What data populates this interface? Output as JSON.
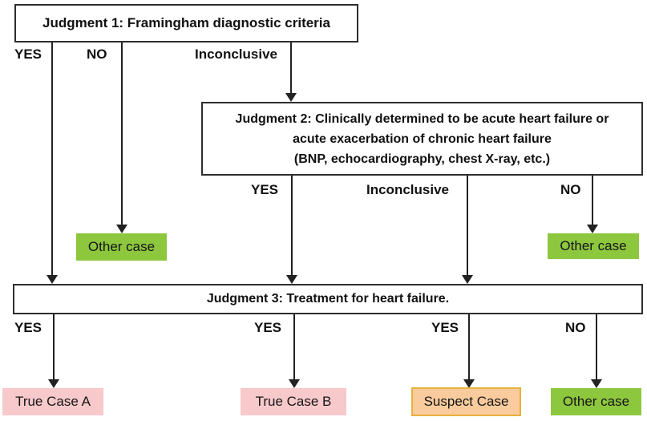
{
  "flowchart": {
    "judgment1": {
      "title": "Judgment 1: Framingham diagnostic criteria",
      "branches": [
        {
          "label": "YES"
        },
        {
          "label": "NO"
        },
        {
          "label": "Inconclusive"
        }
      ]
    },
    "judgment2": {
      "line1": "Judgment 2: Clinically determined to be acute heart failure or",
      "line2": "acute exacerbation of chronic heart failure",
      "line3": "(BNP, echocardiography, chest X-ray, etc.)",
      "branches": [
        {
          "label": "YES"
        },
        {
          "label": "Inconclusive"
        },
        {
          "label": "NO"
        }
      ]
    },
    "judgment3": {
      "title": "Judgment 3: Treatment for heart failure.",
      "branches": [
        {
          "label": "YES"
        },
        {
          "label": "YES"
        },
        {
          "label": "YES"
        },
        {
          "label": "NO"
        }
      ]
    },
    "outcomes": {
      "other_case_mid_left": "Other case",
      "other_case_mid_right": "Other case",
      "true_case_a": "True Case A",
      "true_case_b": "True Case B",
      "suspect_case": "Suspect Case",
      "other_case_bottom": "Other case"
    },
    "colors": {
      "outcome_green": "#8dc73e",
      "outcome_pink": "#f8c9cb",
      "suspect_fill": "#f9cb9d",
      "suspect_border": "#e8b13c",
      "line_color": "#222222",
      "box_border": "#2e2e2e"
    }
  }
}
